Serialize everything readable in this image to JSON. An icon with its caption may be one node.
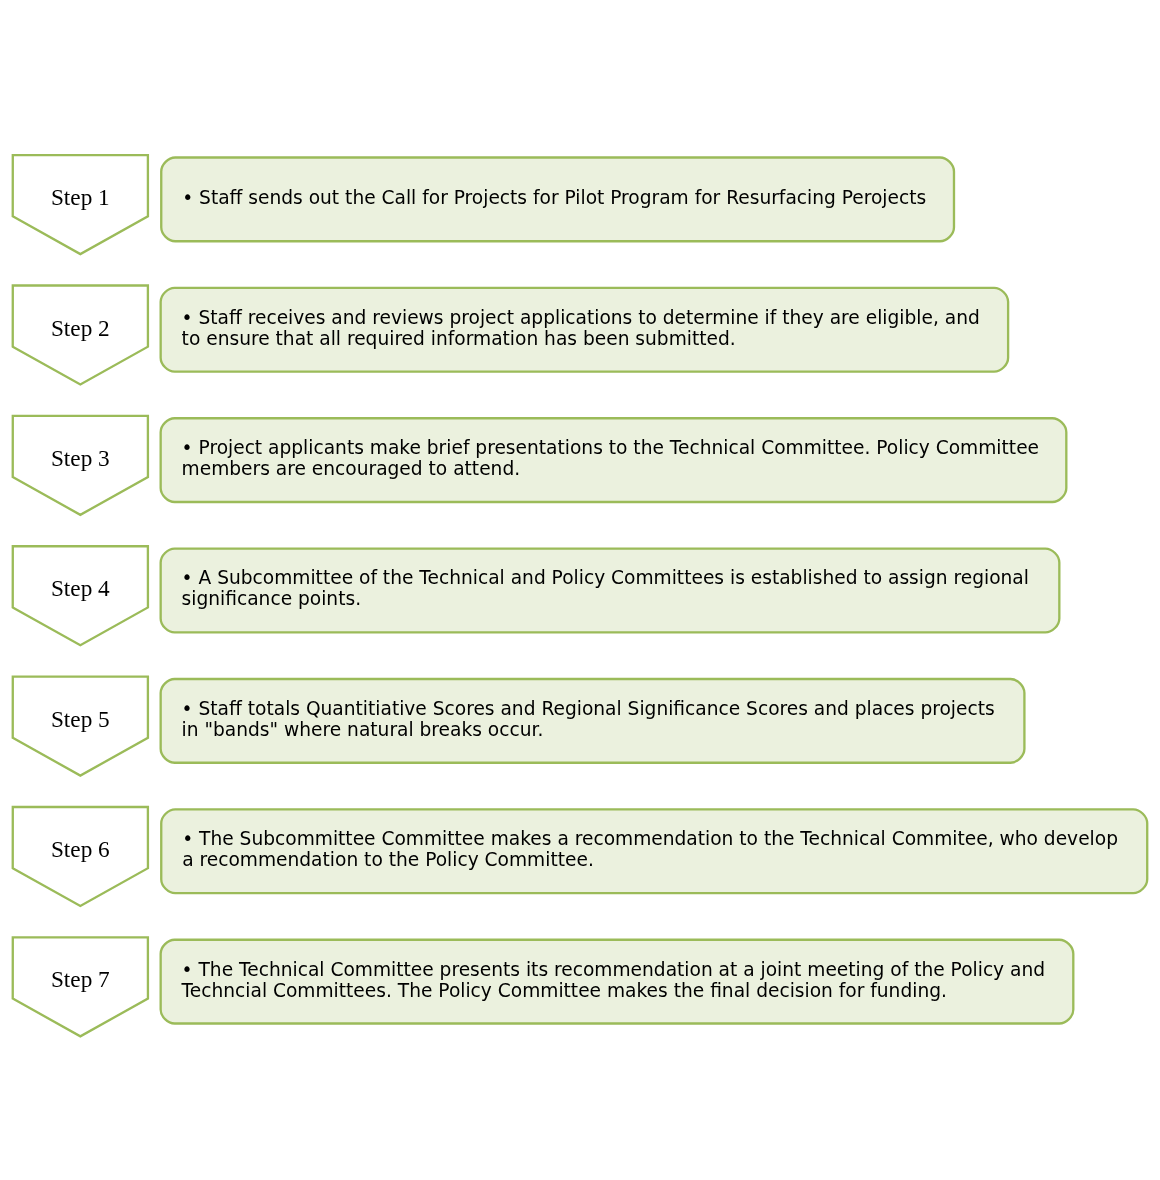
{
  "diagram": {
    "nodes": [
      {
        "text": [
          "Step 1"
        ]
      },
      {
        "text": [
          "• Staff sends out the Call for Projects for Pilot Program for Resurfacing Perojects"
        ]
      },
      {
        "text": [
          "Step 2"
        ]
      },
      {
        "text": [
          "• Staff receives and reviews project applications to determine if they are eligible, and to ensure that all required information has been submitted."
        ]
      },
      {
        "text": [
          "Step 3"
        ]
      },
      {
        "text": [
          "• Project applicants make brief presentations to the Technical Committee. Policy Committee members are encouraged to attend."
        ]
      },
      {
        "text": [
          "Step 4"
        ]
      },
      {
        "text": [
          "• A Subcommittee of the Technical and Policy Committees is established to assign regional significance points."
        ]
      },
      {
        "text": [
          "Step 5"
        ]
      },
      {
        "text": [
          "• Staff totals Quantitiative Scores and Regional Significance Scores and places projects in \"bands\" where natural breaks occur."
        ]
      },
      {
        "text": [
          "Step 6"
        ]
      },
      {
        "text": [
          "• The Subcommittee Committee makes a recommendation to the Technical Commitee, who develop a recommendation to the Policy Committee."
        ]
      },
      {
        "text": [
          "Step 7"
        ]
      },
      {
        "text": [
          "• The Technical Committee presents its recommendation at a joint meeting of the Policy and Techncial Committees. The Policy Committee makes the final decision for funding."
        ]
      }
    ]
  }
}
